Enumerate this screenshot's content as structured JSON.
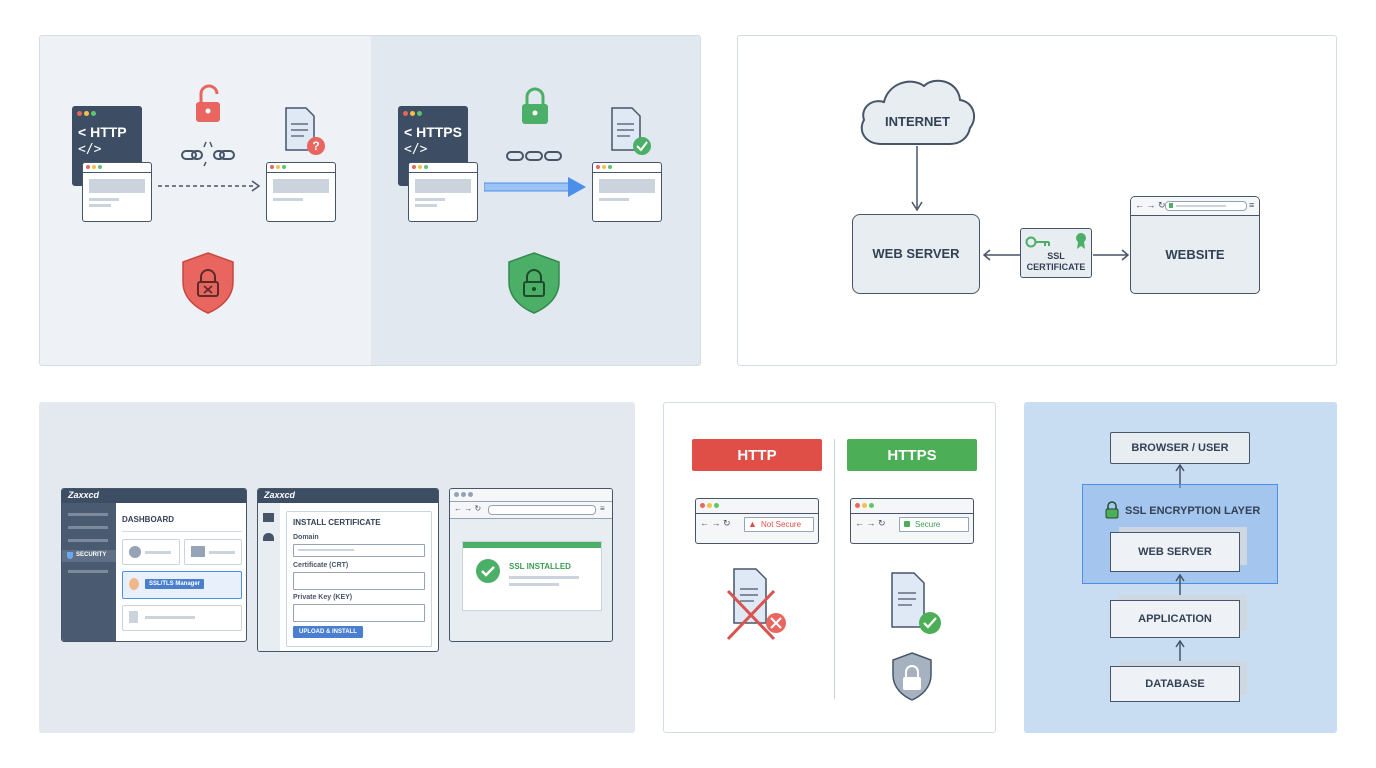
{
  "panel1": {
    "http_label": "HTTP",
    "https_label": "HTTPS",
    "colors": {
      "danger": "#e8665f",
      "safe": "#4caf67",
      "arrow": "#4a8fe8"
    }
  },
  "panel2": {
    "internet": "INTERNET",
    "web_server": "WEB SERVER",
    "ssl_line1": "SSL",
    "ssl_line2": "CERTIFICATE",
    "website": "WEBSITE"
  },
  "panel3": {
    "logo1": "Zaxxcd",
    "logo2": "Zaxxcd",
    "dashboard_title": "DASHBOARD",
    "security_nav": "SECURITY",
    "ssl_manager_button": "SSL/TLS Manager",
    "install_title": "INSTALL CERTIFICATE",
    "domain_label": "Domain",
    "crt_label": "Certificate (CRT)",
    "key_label": "Private Key (KEY)",
    "upload_button": "UPLOAD & INSTALL",
    "installed_text": "SSL INSTALLED"
  },
  "panel4": {
    "http_badge": "HTTP",
    "https_badge": "HTTPS",
    "not_secure": "Not Secure",
    "secure": "Secure",
    "colors": {
      "http": "#e04e48",
      "https": "#4caf57"
    }
  },
  "panel5": {
    "browser_user": "BROWSER / USER",
    "encryption_layer": "SSL ENCRYPTION LAYER",
    "web_server": "WEB SERVER",
    "application": "APPLICATION",
    "database": "DATABASE"
  }
}
